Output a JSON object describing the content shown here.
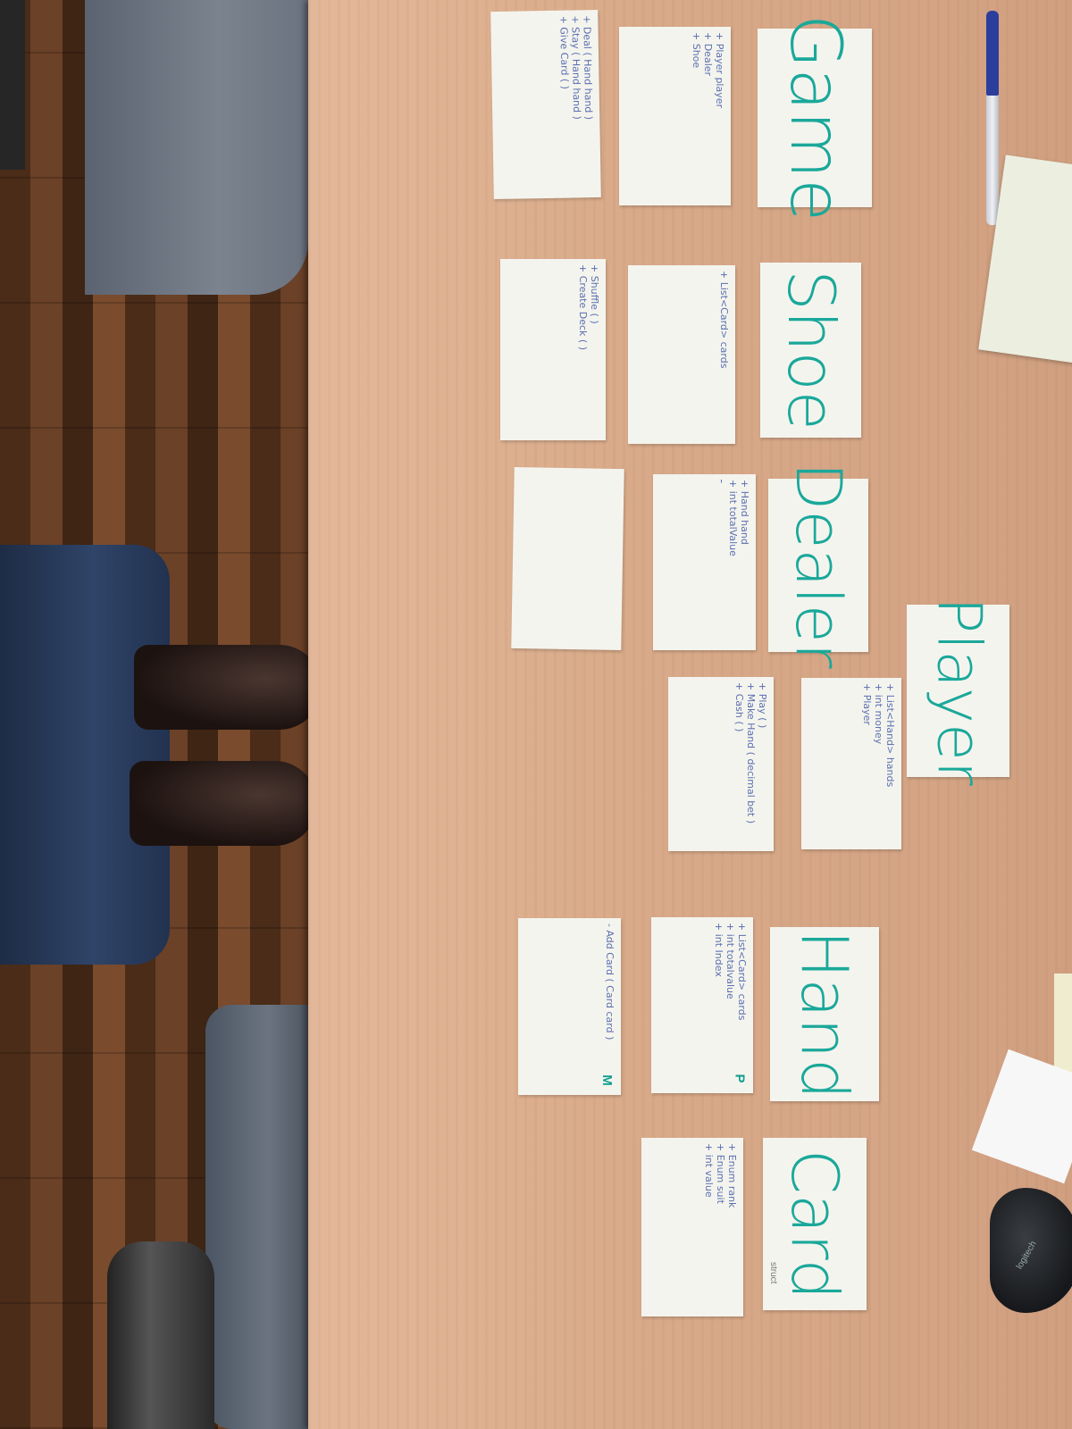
{
  "cards": {
    "game": {
      "title": "Game",
      "notes": [
        "+ Player player",
        "+ Dealer",
        "+ Shoe"
      ],
      "methods": [
        "+ Deal ( Hand hand )",
        "+ Stay ( Hand hand )",
        "+ Give Card ( )"
      ]
    },
    "shoe": {
      "title": "Shoe",
      "notes": [
        "+ List<Card> cards"
      ],
      "methods": [
        "+ Shuffle ( )",
        "+ Create Deck ( )"
      ]
    },
    "dealer": {
      "title": "Dealer",
      "notes": [
        "+ Hand hand",
        "+ int totalValue"
      ]
    },
    "player": {
      "title": "Player",
      "notes": [
        "+ List<Hand> hands",
        "+ int money",
        "+ Player"
      ],
      "methods": [
        "+ Play ( )",
        "+ Make Hand ( decimal bet )",
        "+ Cash ( )"
      ]
    },
    "hand": {
      "title": "Hand",
      "notes": [
        "+ List<Card> cards",
        "+ int totalvalue",
        "+ int Index"
      ],
      "methods": [
        "- Add Card ( Card card )"
      ],
      "mark_p": "P",
      "mark_m": "M"
    },
    "card": {
      "title": "Card",
      "notes": [
        "+ Enum rank",
        "+ Enum suit",
        "+ int value"
      ],
      "tag": "struct"
    }
  },
  "mouse_brand": "logitech"
}
